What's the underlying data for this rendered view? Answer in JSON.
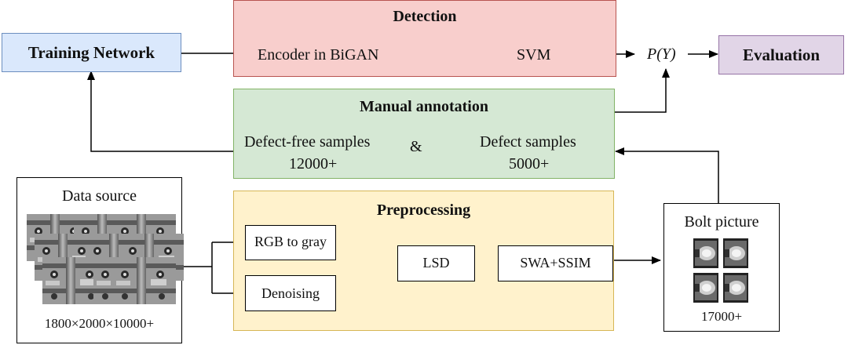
{
  "training": {
    "label": "Training Network",
    "fill": "#dae8fc",
    "stroke": "#6c8ebf"
  },
  "detection": {
    "title": "Detection",
    "encoder": "Encoder in BiGAN",
    "svm": "SVM",
    "fill": "#f8cecc",
    "stroke": "#b85450"
  },
  "py": "P(Y)",
  "evaluation": {
    "label": "Evaluation",
    "fill": "#e1d5e7",
    "stroke": "#9673a6"
  },
  "manual": {
    "title": "Manual annotation",
    "free_label": "Defect-free samples",
    "free_count": "12000+",
    "amp": "&",
    "defect_label": "Defect samples",
    "defect_count": "5000+",
    "fill": "#d5e8d4",
    "stroke": "#82b366"
  },
  "datasource": {
    "title": "Data source",
    "size": "1800×2000×10000+"
  },
  "preprocessing": {
    "title": "Preprocessing",
    "rgb": "RGB to gray",
    "denoise": "Denoising",
    "lsd": "LSD",
    "swa": "SWA+SSIM",
    "fill": "#fff2cc",
    "stroke": "#d6b656"
  },
  "bolt": {
    "title": "Bolt picture",
    "count": "17000+"
  }
}
